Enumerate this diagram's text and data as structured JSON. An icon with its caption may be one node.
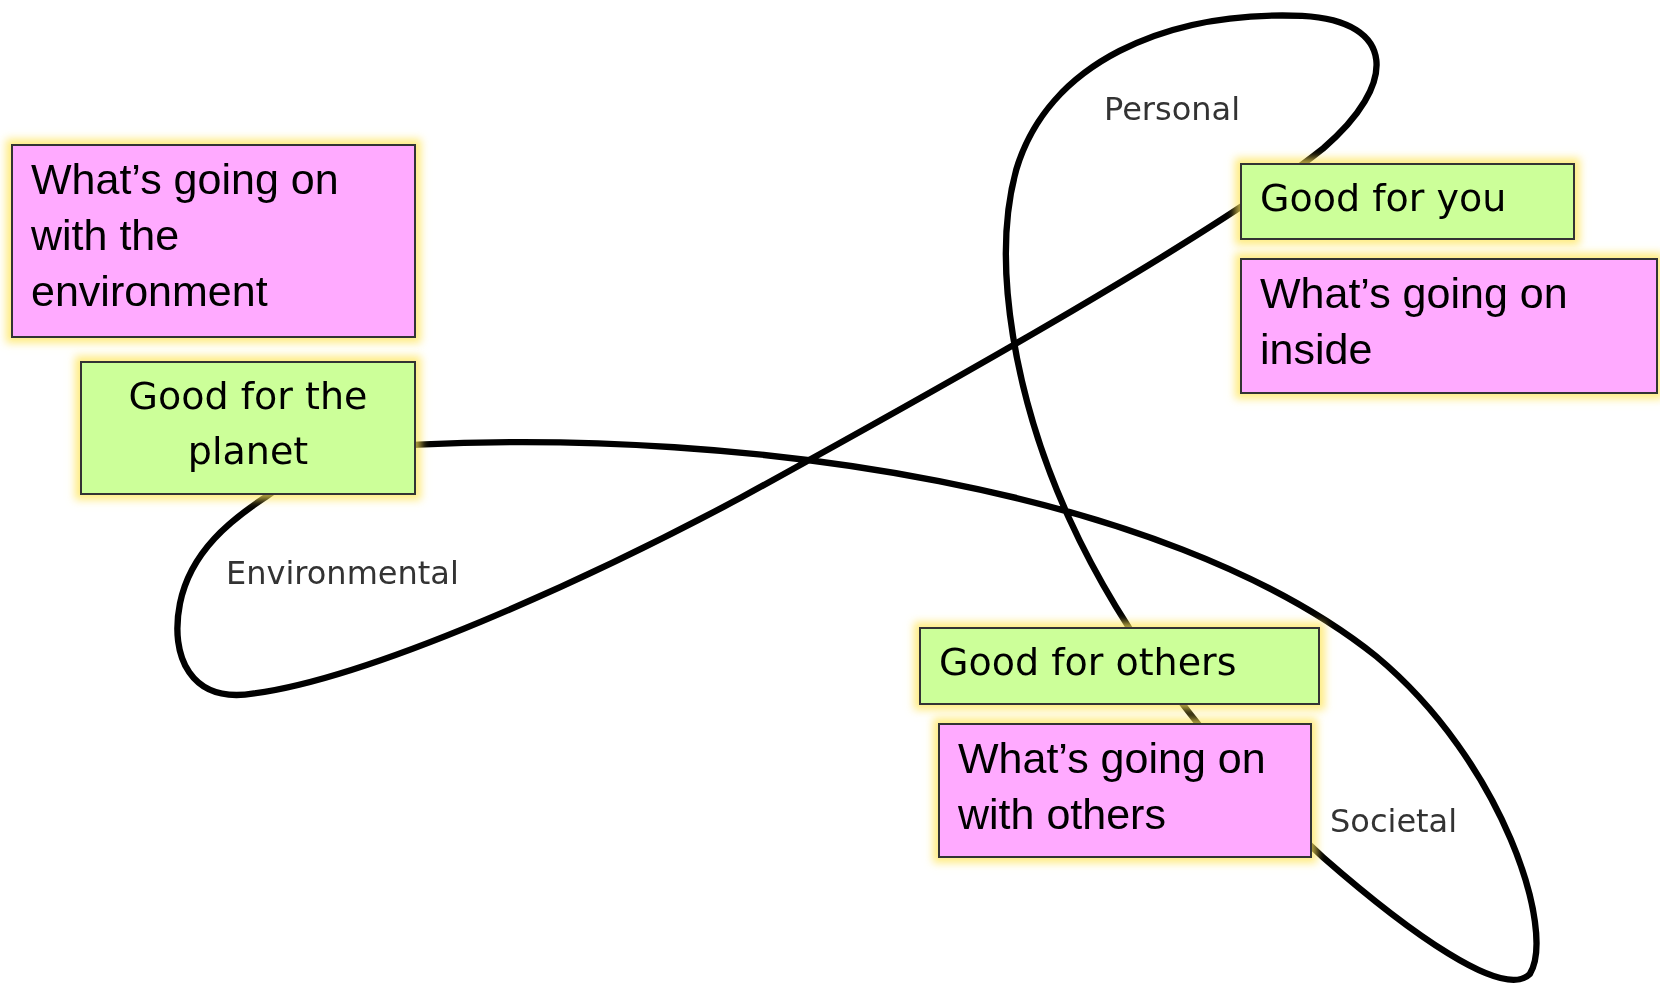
{
  "diagram": {
    "nodes": [
      {
        "text": [
          "What’s going on with the environment"
        ]
      },
      {
        "text": [
          "Good for the planet"
        ]
      },
      {
        "text": [
          "Good for you"
        ]
      },
      {
        "text": [
          "What’s going on inside"
        ]
      },
      {
        "text": [
          "Good for others"
        ]
      },
      {
        "text": [
          "What’s going on with others"
        ]
      }
    ],
    "labels": [
      "Personal",
      "Environmental",
      "Societal"
    ]
  }
}
